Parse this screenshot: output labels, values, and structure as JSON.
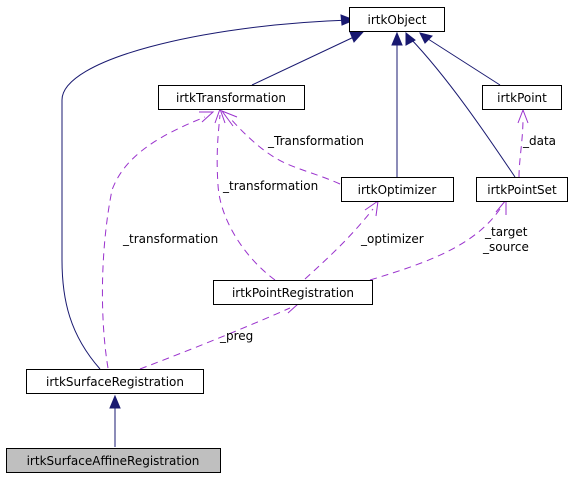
{
  "nodes": {
    "object": "irtkObject",
    "transformation": "irtkTransformation",
    "point": "irtkPoint",
    "optimizer": "irtkOptimizer",
    "pointset": "irtkPointSet",
    "point_registration": "irtkPointRegistration",
    "surface_registration": "irtkSurfaceRegistration",
    "surface_affine_registration": "irtkSurfaceAffineRegistration"
  },
  "labels": {
    "transformation_upper": "_Transformation",
    "transformation_lower": "_transformation",
    "transformation_left": "_transformation",
    "data": "_data",
    "optimizer": "_optimizer",
    "target": "_target",
    "source": "_source",
    "preg": "_preg"
  },
  "colors": {
    "inheritance": "#191970",
    "usage": "#9a32cd",
    "highlight_fill": "#bfbfbf"
  }
}
